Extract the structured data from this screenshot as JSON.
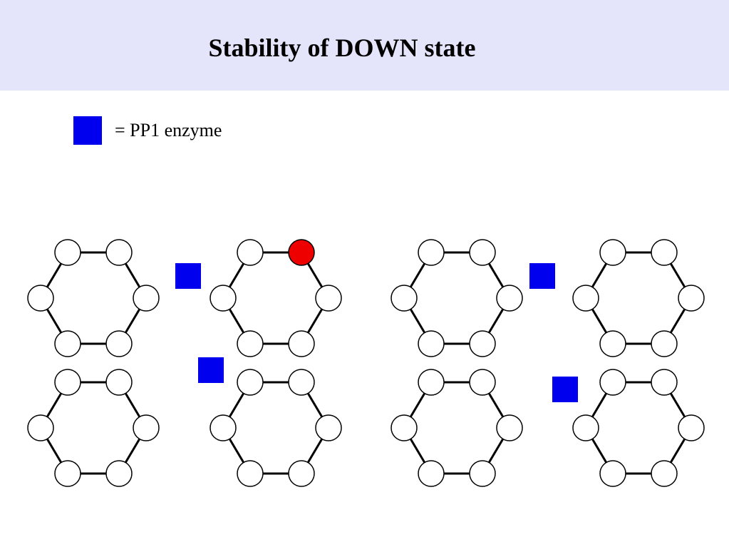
{
  "slide": {
    "title": "Stability of DOWN state",
    "legend": {
      "label": "= PP1 enzyme",
      "swatch_color": "#0000ee"
    }
  },
  "colors": {
    "header_bg": "#e4e4fa",
    "node_fill": "#ffffff",
    "node_active_fill": "#ee0000",
    "enzyme_fill": "#0000ee",
    "edge_color": "#000000"
  },
  "diagram": {
    "panels": [
      {
        "id": "left",
        "rings": [
          {
            "id": "top-left",
            "active_nodes": []
          },
          {
            "id": "top-right",
            "active_nodes": [
              1
            ]
          },
          {
            "id": "bottom-left",
            "active_nodes": []
          },
          {
            "id": "bottom-right",
            "active_nodes": []
          }
        ],
        "enzymes": 2
      },
      {
        "id": "right",
        "rings": [
          {
            "id": "top-left",
            "active_nodes": []
          },
          {
            "id": "top-right",
            "active_nodes": []
          },
          {
            "id": "bottom-left",
            "active_nodes": []
          },
          {
            "id": "bottom-right",
            "active_nodes": []
          }
        ],
        "enzymes": 2
      }
    ]
  }
}
